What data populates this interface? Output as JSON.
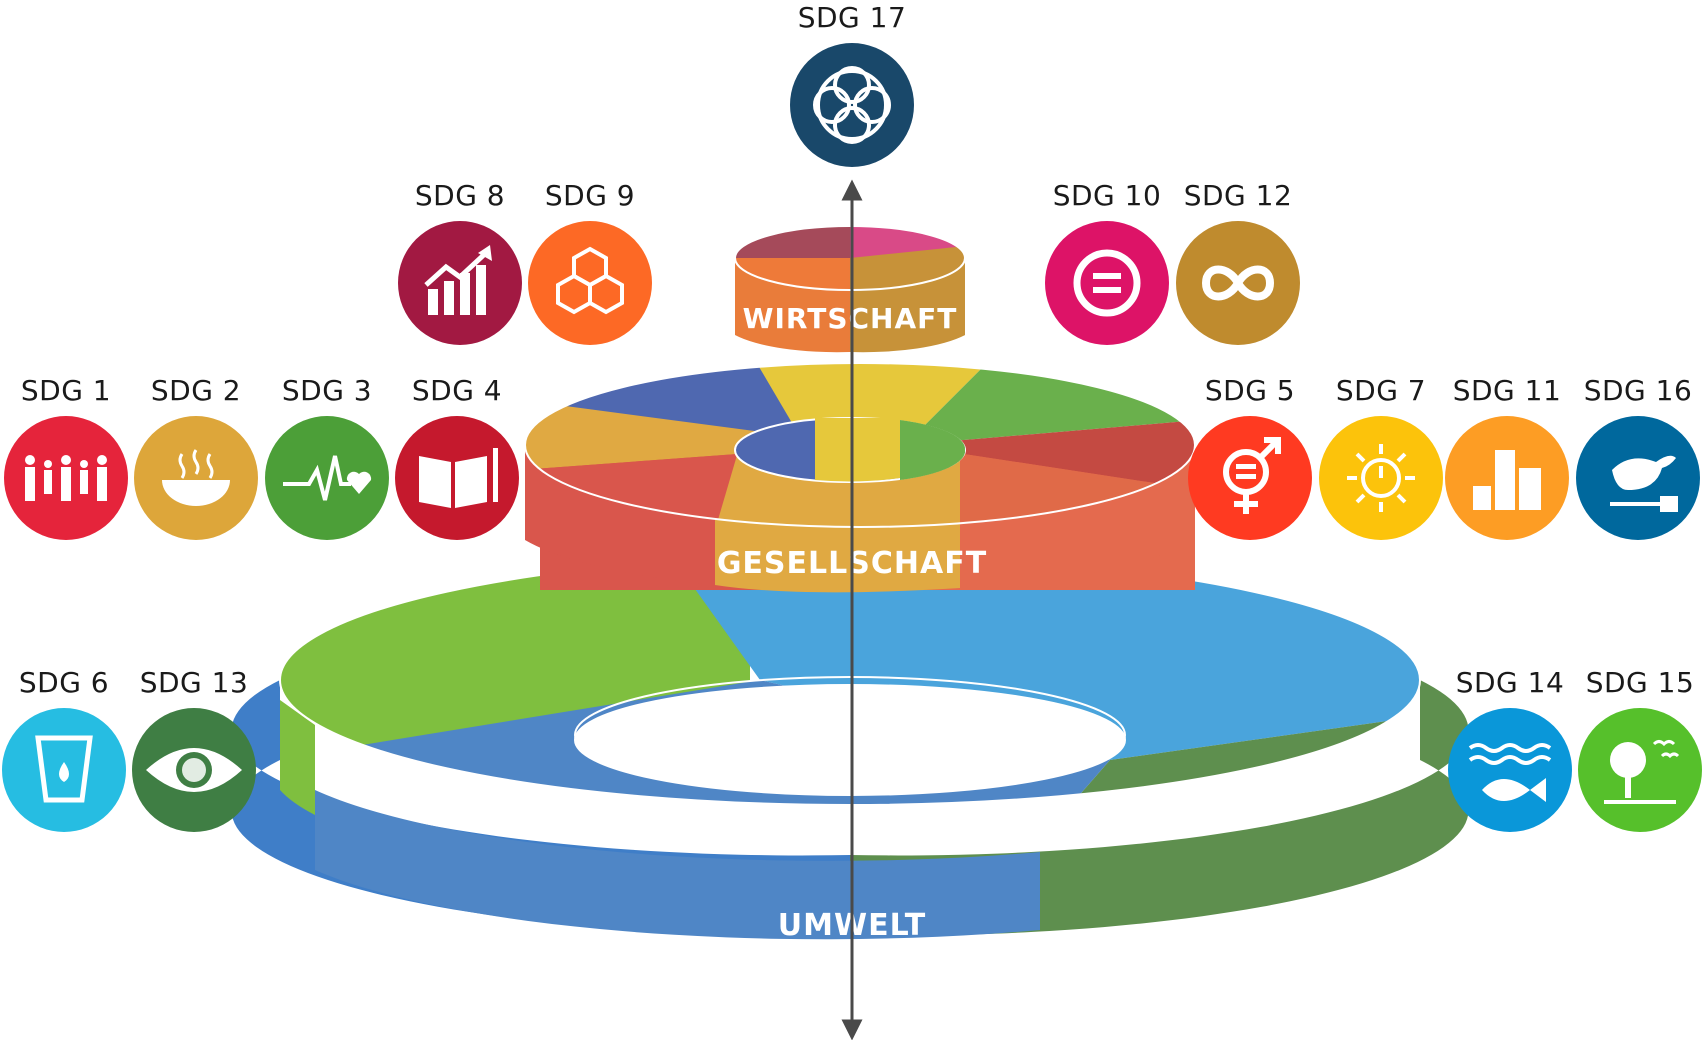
{
  "diagram": {
    "tiers": {
      "top": {
        "label": "WIRTSCHAFT"
      },
      "middle": {
        "label": "GESELLSCHAFT"
      },
      "bottom": {
        "label": "UMWELT"
      }
    },
    "goals": [
      {
        "id": "sdg17",
        "label": "SDG 17",
        "icon": "flower-rings-icon",
        "color": "#19486a"
      },
      {
        "id": "sdg8",
        "label": "SDG 8",
        "icon": "growth-chart-icon",
        "color": "#a21942"
      },
      {
        "id": "sdg9",
        "label": "SDG 9",
        "icon": "stacked-cubes-icon",
        "color": "#fd6925"
      },
      {
        "id": "sdg10",
        "label": "SDG 10",
        "icon": "equality-icon",
        "color": "#dd1367"
      },
      {
        "id": "sdg12",
        "label": "SDG 12",
        "icon": "infinity-icon",
        "color": "#bf8b2e"
      },
      {
        "id": "sdg1",
        "label": "SDG 1",
        "icon": "family-icon",
        "color": "#e5243b"
      },
      {
        "id": "sdg2",
        "label": "SDG 2",
        "icon": "bowl-icon",
        "color": "#dda63a"
      },
      {
        "id": "sdg3",
        "label": "SDG 3",
        "icon": "heartbeat-icon",
        "color": "#4c9f38"
      },
      {
        "id": "sdg4",
        "label": "SDG 4",
        "icon": "book-pencil-icon",
        "color": "#c5192d"
      },
      {
        "id": "sdg5",
        "label": "SDG 5",
        "icon": "gender-equality-icon",
        "color": "#ff3a21"
      },
      {
        "id": "sdg7",
        "label": "SDG 7",
        "icon": "sun-power-icon",
        "color": "#fcc30b"
      },
      {
        "id": "sdg11",
        "label": "SDG 11",
        "icon": "city-icon",
        "color": "#fd9d24"
      },
      {
        "id": "sdg16",
        "label": "SDG 16",
        "icon": "dove-gavel-icon",
        "color": "#00689d"
      },
      {
        "id": "sdg6",
        "label": "SDG 6",
        "icon": "water-glass-icon",
        "color": "#26bde2"
      },
      {
        "id": "sdg13",
        "label": "SDG 13",
        "icon": "earth-eye-icon",
        "color": "#3f7e44"
      },
      {
        "id": "sdg14",
        "label": "SDG 14",
        "icon": "fish-waves-icon",
        "color": "#0a97d9"
      },
      {
        "id": "sdg15",
        "label": "SDG 15",
        "icon": "tree-birds-icon",
        "color": "#56c02b"
      }
    ]
  }
}
